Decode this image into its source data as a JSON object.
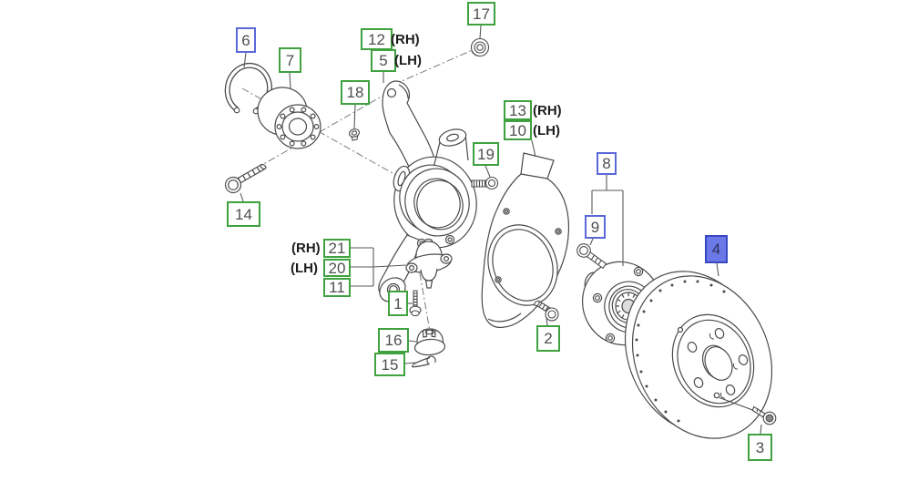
{
  "colors": {
    "green": "#3fa13f",
    "blue": "#5a68d8",
    "blue_fill": "#6b79e8",
    "blue_dark": "#3947c0",
    "stroke": "#4a4a4a",
    "leader": "#5a5a5a",
    "centerline": "#7a7a7a",
    "label_ink": "#4f4f4f",
    "side_ink": "#1c1c1c"
  },
  "callouts": {
    "c1": {
      "num": "1"
    },
    "c2": {
      "num": "2"
    },
    "c3": {
      "num": "3"
    },
    "c4": {
      "num": "4"
    },
    "c5": {
      "num": "5",
      "side": "(LH)"
    },
    "c6": {
      "num": "6"
    },
    "c7": {
      "num": "7"
    },
    "c8": {
      "num": "8"
    },
    "c9": {
      "num": "9"
    },
    "c10": {
      "num": "10",
      "side": "(LH)"
    },
    "c11": {
      "num": "11"
    },
    "c12": {
      "num": "12",
      "side": "(RH)"
    },
    "c13": {
      "num": "13",
      "side": "(RH)"
    },
    "c14": {
      "num": "14"
    },
    "c15": {
      "num": "15"
    },
    "c16": {
      "num": "16"
    },
    "c17": {
      "num": "17"
    },
    "c18": {
      "num": "18"
    },
    "c19": {
      "num": "19"
    },
    "c20": {
      "num": "20",
      "side": "(LH)"
    },
    "c21": {
      "num": "21",
      "side": "(RH)"
    }
  }
}
